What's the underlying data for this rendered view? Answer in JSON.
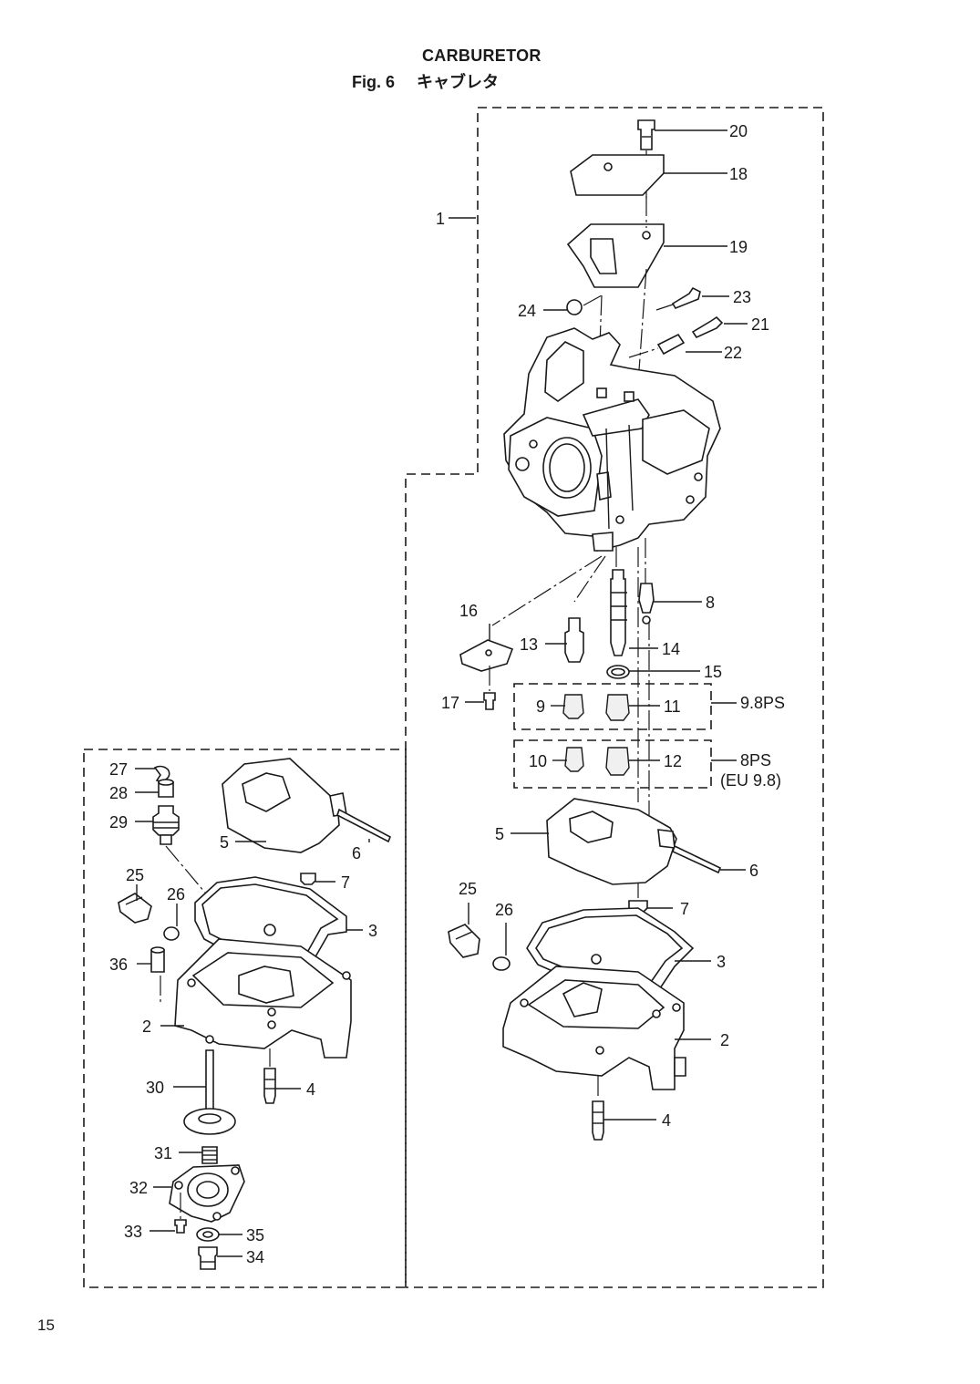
{
  "title": "CARBURETOR",
  "figure": {
    "number": "Fig. 6",
    "japanese": "キャブレタ"
  },
  "page_number": "15",
  "group_labels": {
    "ps98": "9.8PS",
    "ps8": "8PS",
    "eu98": "(EU 9.8)"
  },
  "callouts": {
    "c1": "1",
    "c20": "20",
    "c18": "18",
    "c19": "19",
    "c23": "23",
    "c24": "24",
    "c21": "21",
    "c22": "22",
    "c8": "8",
    "c16": "16",
    "c13": "13",
    "c14": "14",
    "c15": "15",
    "c17": "17",
    "c9": "9",
    "c11": "11",
    "c10": "10",
    "c12": "12",
    "c5r": "5",
    "c6r": "6",
    "c7r": "7",
    "c25r": "25",
    "c26r": "26",
    "c3r": "3",
    "c2r": "2",
    "c4r": "4",
    "c27": "27",
    "c28": "28",
    "c29": "29",
    "c5l": "5",
    "c6l": "6",
    "c7l": "7",
    "c25l": "25",
    "c26l": "26",
    "c3l": "3",
    "c36": "36",
    "c2l": "2",
    "c30": "30",
    "c4l": "4",
    "c31": "31",
    "c32": "32",
    "c33": "33",
    "c35": "35",
    "c34": "34"
  }
}
